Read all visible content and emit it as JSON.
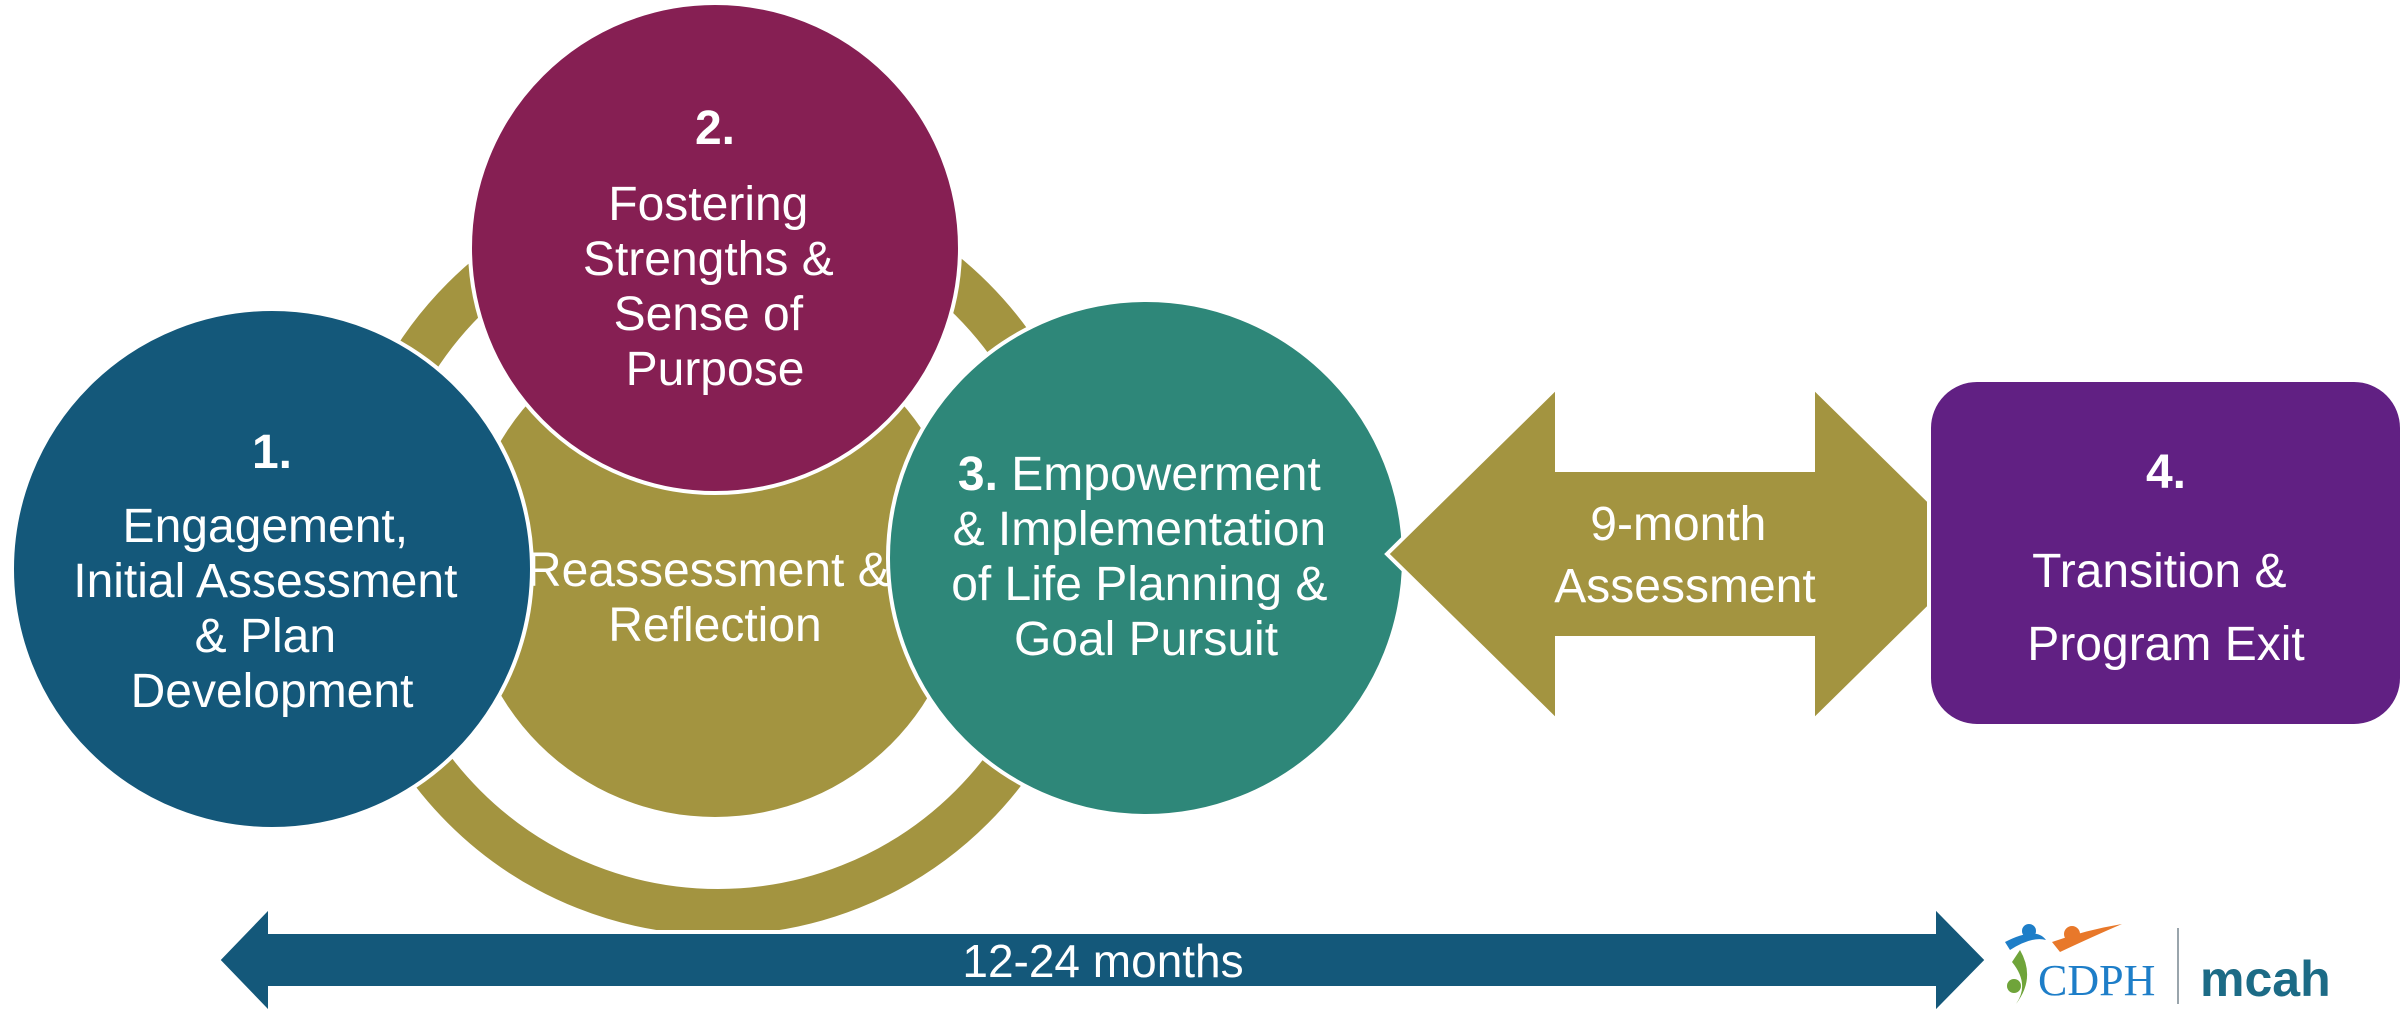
{
  "colors": {
    "olive": "#A39440",
    "blue": "#14587A",
    "maroon": "#861F53",
    "teal": "#2E8779",
    "purple": "#612083",
    "white": "#FFFFFF",
    "logo_orange": "#E8782A",
    "logo_blue": "#1E7EC8",
    "logo_green": "#6FA43A",
    "logo_grey": "#6E7F88",
    "mcah_teal": "#1C6B86"
  },
  "steps": {
    "step1": {
      "number": "1.",
      "lines": [
        "Engagement,",
        "Initial Assessment",
        "& Plan",
        "Development"
      ]
    },
    "step2": {
      "number": "2.",
      "lines": [
        "Fostering",
        "Strengths &",
        "Sense of",
        "Purpose"
      ]
    },
    "step3": {
      "number": "3.",
      "first_line_rest": "Empowerment",
      "lines": [
        "& Implementation",
        "of Life Planning &",
        "Goal Pursuit"
      ]
    },
    "step4": {
      "number": "4.",
      "lines": [
        "Transition &",
        "Program Exit"
      ]
    }
  },
  "center": {
    "lines": [
      "Reassessment &",
      "Reflection"
    ]
  },
  "double_arrow": {
    "lines": [
      "9-month",
      "Assessment"
    ]
  },
  "timeline": {
    "label": "12-24 months"
  },
  "logo": {
    "cdph": "CDPH",
    "mcah": "mcah"
  }
}
